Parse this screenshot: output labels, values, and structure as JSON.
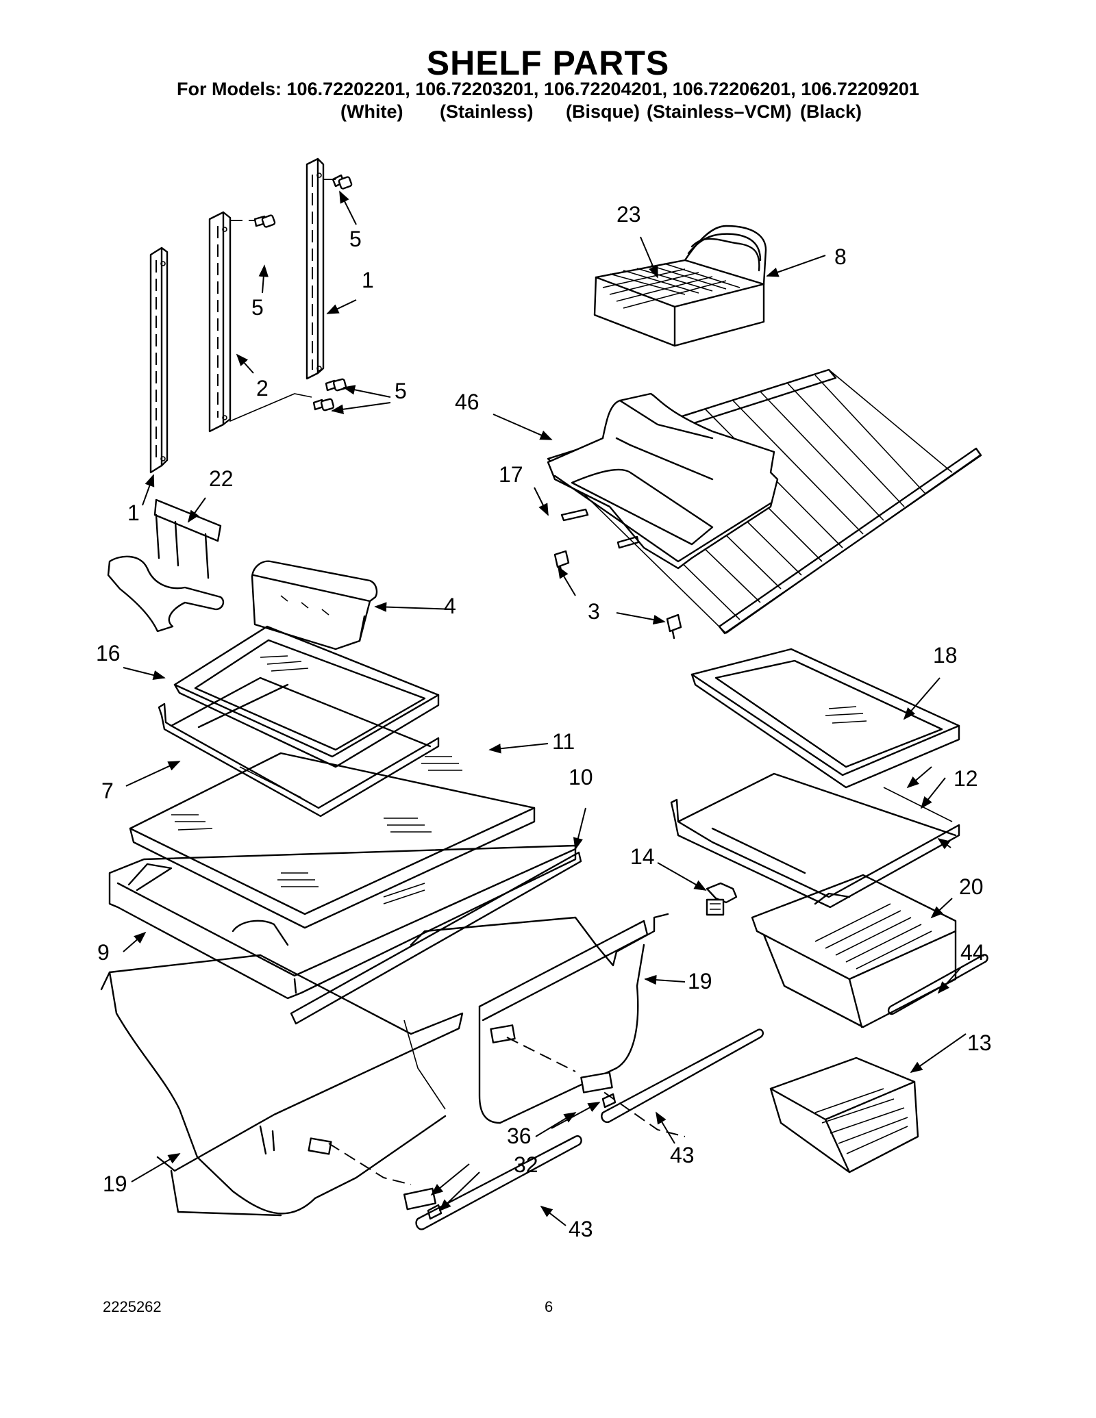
{
  "header": {
    "title": "SHELF PARTS",
    "models_line": "For Models: 106.72202201, 106.72203201, 106.72204201, 106.72206201, 106.72209201",
    "finishes": [
      "(White)",
      "(Stainless)",
      "(Bisque)",
      "(Stainless–VCM)",
      "(Black)"
    ]
  },
  "callouts": [
    "1",
    "1",
    "2",
    "3",
    "4",
    "5",
    "5",
    "5",
    "7",
    "8",
    "9",
    "10",
    "11",
    "12",
    "13",
    "14",
    "16",
    "17",
    "18",
    "19",
    "19",
    "20",
    "22",
    "23",
    "32",
    "36",
    "43",
    "43",
    "44",
    "46"
  ],
  "footer": {
    "doc_number": "2225262",
    "page_number": "6"
  }
}
